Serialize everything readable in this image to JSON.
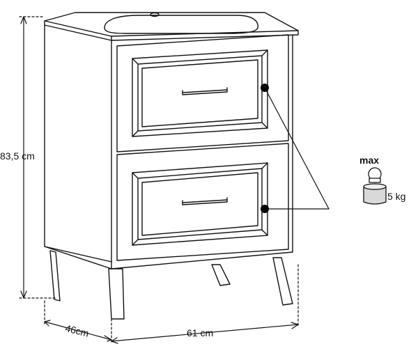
{
  "dimensions": {
    "height_label": "83,5 cm",
    "depth_label": "46cm",
    "width_label": "61 cm"
  },
  "load": {
    "max_label": "max",
    "weight_label": "5 kg"
  },
  "colors": {
    "line": "#111111",
    "knob": "#000000",
    "weight_fill": "#d9d9d9"
  }
}
